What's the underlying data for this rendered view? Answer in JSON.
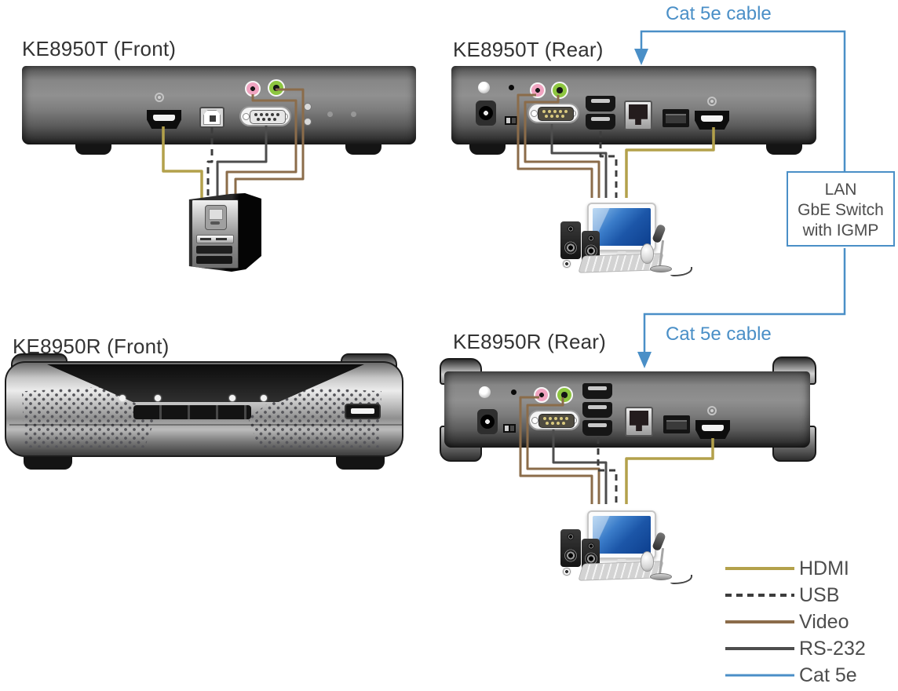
{
  "panels": {
    "ke8950t_front": {
      "title": "KE8950T (Front)"
    },
    "ke8950t_rear": {
      "title": "KE8950T (Rear)"
    },
    "ke8950r_front": {
      "title": "KE8950R (Front)"
    },
    "ke8950r_rear": {
      "title": "KE8950R (Rear)"
    }
  },
  "annotations": {
    "cat5e_top_label": "Cat 5e cable",
    "cat5e_bottom_label": "Cat 5e cable",
    "lan_switch_box": {
      "line1": "LAN",
      "line2": "GbE Switch",
      "line3": "with IGMP"
    }
  },
  "legend": {
    "items": [
      {
        "label": "HDMI",
        "color": "#b3a14b",
        "style": "solid"
      },
      {
        "label": "USB",
        "color": "#3d3d3d",
        "style": "dashed"
      },
      {
        "label": "Video",
        "color": "#8b6c4a",
        "style": "solid"
      },
      {
        "label": "RS-232",
        "color": "#4d4d4d",
        "style": "solid"
      },
      {
        "label": "Cat 5e",
        "color": "#4a8fc7",
        "style": "solid"
      }
    ]
  },
  "colors": {
    "hdmi": "#b3a14b",
    "usb": "#3d3d3d",
    "video": "#8b6c4a",
    "rs232": "#4d4d4d",
    "cat5e": "#4a8fc7",
    "title_text": "#333333",
    "label_text": "#4d4d4d",
    "mic_jack": "#f0a3c0",
    "audio_jack": "#8dc63f",
    "screen_blue": "#1c56a8"
  }
}
